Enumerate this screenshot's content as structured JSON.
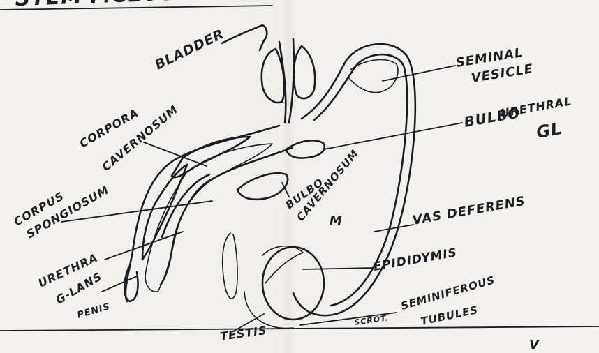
{
  "colors": {
    "paper": "#f3f1ee",
    "ink": "#1b1c22",
    "dark_fill": "#3a1e22"
  },
  "labels": {
    "heading": "STEM MCEVVS",
    "bladder": "BLADDER",
    "seminal_vesicle_1": "SEMINAL",
    "seminal_vesicle_2": "VESICLE",
    "corpora_cavernosum_1": "CORPORA",
    "corpora_cavernosum_2": "CAVERNOSUM",
    "bulbo_urethral_1": "BULBO",
    "bulbo_urethral_2": "URETHRAL",
    "bulbo_urethral_3": "GL",
    "corpus_spongiosum_1": "CORPUS",
    "corpus_spongiosum_2": "SPONGIOSUM",
    "bulbo_cavernosum_1": "BULBO",
    "bulbo_cavernosum_2": "CAVERNOSUM",
    "bulbo_cavernosum_3": "M",
    "vas_deferens": "VAS DEFERENS",
    "urethra": "URETHRA",
    "epididymis": "EPIDIDYMIS",
    "glans": "G-LANS",
    "penis": "PENIS",
    "seminiferous_1": "SEMINIFEROUS",
    "seminiferous_2": "TUBULES",
    "scrot": "SCROT.",
    "testis": "TESTIS",
    "corner_mark": "V"
  }
}
